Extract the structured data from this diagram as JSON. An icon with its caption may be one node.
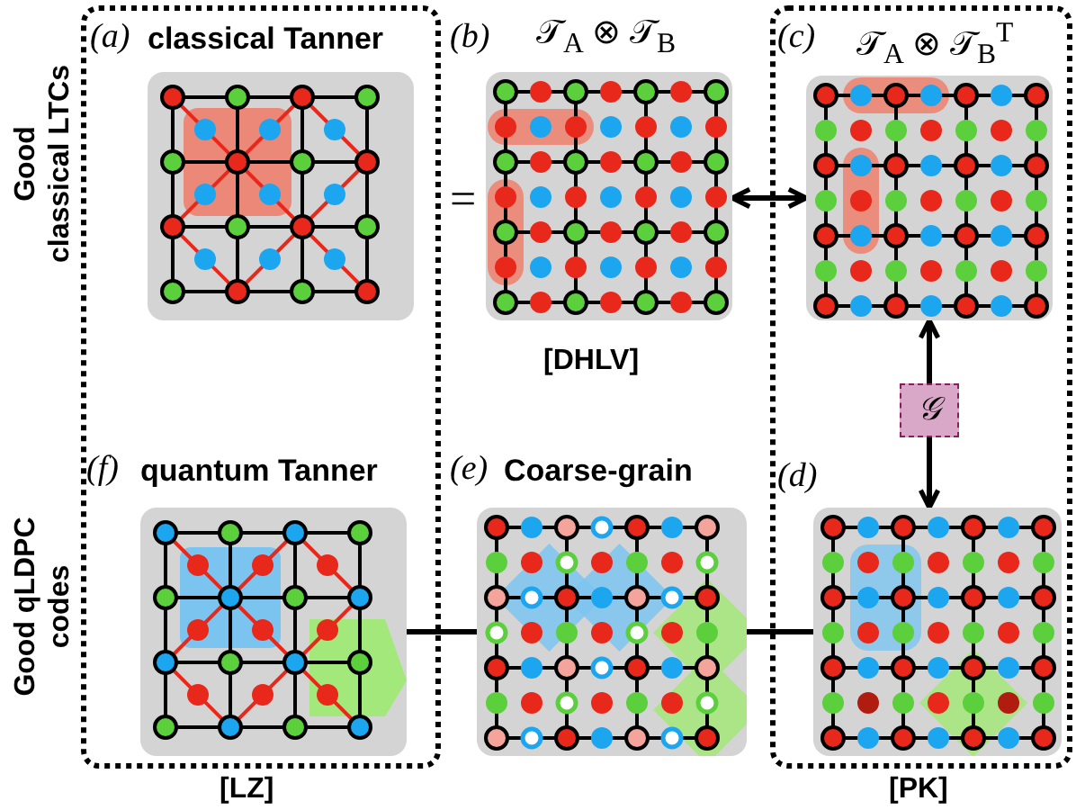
{
  "diagram": {
    "nodes": [
      {
        "text": [],
        "shape": "box"
      },
      {
        "text": [
          "*(a)*",
          "classical Tanner"
        ],
        "in": 0
      },
      {
        "text": [
          "*(f)*",
          "quantum Tanner"
        ],
        "in": 0
      },
      {
        "text": [
          "*(b)*",
          "𝒯$_{A}$ ⊗ 𝒯$_{B}$"
        ],
        "beside": [
          "[DHLV]"
        ]
      },
      {
        "text": [],
        "shape": "box"
      },
      {
        "text": [
          "*(c)*",
          "𝒯$_{A}$ ⊗ 𝒯$_{B}$$^{T}$"
        ],
        "in": 4
      },
      {
        "text": [
          "𝒢"
        ],
        "in": 4
      },
      {
        "text": [
          "*(d)*"
        ],
        "in": 4
      },
      {
        "text": [
          "*(e)*",
          "Coarse-grain"
        ]
      }
    ],
    "edges": [
      {
        "from": 3,
        "to": 5,
        "arrow": "both"
      },
      {
        "from": 6,
        "to": 5,
        "arrow": "to"
      },
      {
        "from": 6,
        "to": 7,
        "arrow": "to"
      },
      {
        "from": 2,
        "to": 8,
        "arrow": "none"
      },
      {
        "from": 8,
        "to": 7,
        "arrow": "none"
      }
    ],
    "labels": [
      "Good classical LTCs",
      "=",
      "Good qLDPC codes",
      "[LZ]",
      "[PK]"
    ]
  }
}
